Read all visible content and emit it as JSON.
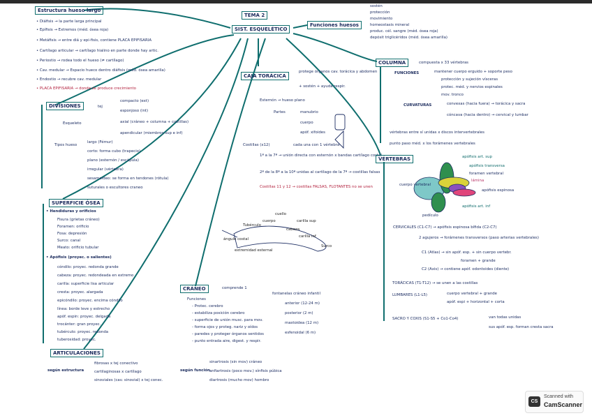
{
  "title": {
    "tema": "TEMA 2",
    "sist": "SIST. ESQUELÉTICO"
  },
  "funciones_huesos": {
    "label": "Funciones huesos",
    "items": [
      "sostén",
      "protección",
      "movimiento",
      "homeostasis mineral",
      "produc. cél. sangre (méd. ósea roja)",
      "depósit triglicéridos (méd. ósea amarilla)"
    ]
  },
  "estructura": {
    "header": "Estructura hueso largo",
    "lines": [
      "• Diáfisis → la parte larga principal",
      "• Epífisis → Extremos (méd. ósea roja)",
      "• Metáfisis → entre diá y epi-fisis, contiene PLACA EPIFISARIA",
      "• Cartílago articular → cartílago hialino en parte donde hay artic.",
      "• Periostio → rodea todo el hueso (≠ cartílago)",
      "• Cav. medular → Espacio hueco dentro diáfisis (méd. ósea amarilla)",
      "• Endostio → recubre cav. medular",
      "• PLACA EPIFISARIA → donde se produce crecimiento"
    ]
  },
  "divisiones": {
    "header": "DIVISIONES",
    "tej": "tej",
    "tej_items": [
      "compacto (ext)",
      "esponjoso (int)"
    ],
    "esqueleto": "Esqueleto",
    "esq_items": [
      "axial (cráneo + columna + costillas)",
      "apendicular (miembros sup e inf)"
    ]
  },
  "tipos": {
    "label": "Tipos hueso",
    "items": [
      "largo (Fémur)",
      "corto: forma cubo (trapecio)",
      "plano (esternón / escápula)",
      "irregular (vértebra)",
      "sesamoideo: se forma en tendones (rótula)",
      "suturales o escultores craneo"
    ]
  },
  "superficie": {
    "header": "SUPERFICIE ÓSEA",
    "orificios_title": "• Hendiduras y orificios",
    "orificios": [
      "Fisura (grietas cráneo)",
      "Foramen: orificio",
      "Fosa: depresión",
      "Surco: canal",
      "Meato: orificio tubular"
    ],
    "apofisis_title": "• Apófisis (proyec. o salientes)",
    "apofisis": [
      "cóndilo: proyec. redonda grande",
      "cabeza: proyec. redondeada en extremo",
      "carilla: superficie lisa articular",
      "cresta: proyec. alargada",
      "epicóndilo: proyec. encima cóndilo",
      "línea: borde leve y estrecho",
      "apóf. espin: proyec. delgada",
      "trocánter: gran proyec.",
      "tubérculo: proyec. redonda",
      "tuberosidad: proyec."
    ]
  },
  "articulaciones": {
    "header": "ARTICULACIONES",
    "estructura": "según estructura",
    "estructura_items": [
      "fibrosas x tej conectivo",
      "cartilaginosas x cartílago",
      "sinoviales (cav. sinovial) x tej conec."
    ],
    "funcion": "según función",
    "funcion_items": [
      "sinartrosis (sin mov) cráneo",
      "anfiartrosis (poco mov.) sínfisis púbica",
      "diartrosis (mucho mov) hombro"
    ]
  },
  "caja": {
    "header": "CAJA TORÁCICA",
    "protege": "protege órganos cav. torácica y abdomen",
    "sosten": "+ sostén + ayuda respir.",
    "esternon": "Esternón → hueso plano",
    "partes": "Partes",
    "partes_items": [
      "manubrio",
      "cuerpo",
      "apóf. xifoides"
    ],
    "costillas": "Costillas (x12)",
    "costillas_desc": "cada una con 1 vértebra",
    "cost_items": [
      "1ª a la 7ª → unión directa con esternón x bandas cartílago costal",
      "2ª de la 8ª a la 10ª unidas al cartílago de la 7ª → costillas falsas",
      "Costillas 11 y 12 → costillas FALSAS, FLOTANTES no se unen"
    ]
  },
  "craneo": {
    "header": "CRÁNEO",
    "comprende": "comprende 1",
    "funciones": "Funciones",
    "fn_items": [
      "- Protec. cerebro",
      "- estabiliza posición cerebro",
      "- superficie de unión musc. para mov.",
      "- forma ojos y proteg. nariz y oídos",
      "- paredes y proteger órganos sentidos",
      "- punto entrada aire, digest. y respir."
    ],
    "fontanelas_title": "fontanelas cráneo infantil",
    "fontanelas": [
      "anterior (12-24 m)",
      "posterior (2 m)",
      "mastoidea (12 m)",
      "esfenoidal (6 m)"
    ]
  },
  "columna": {
    "header": "COLUMNA",
    "desc": "compuesta x 33 vértebras",
    "funciones": "FUNCIONES",
    "fn_items": [
      "mantener cuerpo erguido + soporte peso",
      "protección y sujeción vísceras",
      "protec. méd. y nervios espinales",
      "mov. tronco"
    ],
    "curvaturas": "CURVATURAS",
    "curv_items": [
      "convexas (hacia fuera) → torácica y sacra",
      "cóncava (hacia dentro) → cervical y lumbar"
    ],
    "v1": "vértebras entre sí unidas x discos intervertebrales",
    "v2": "punto paso méd. x los forámenes vertebrales"
  },
  "vertebras": {
    "header": "VÉRTEBRAS",
    "labels": [
      "apófisis art. sup",
      "apófisis transversa",
      "foramen vertebral",
      "lámina",
      "apófisis espinosa",
      "apófisis art. inf",
      "pedículo",
      "cuerpo vertebral"
    ],
    "cervicales": "CERVICALES (C1-C7) → apófisis espinosa bífida (C2-C7)",
    "cerv_sub": "2 agujeros → forámenes transversos (paso arterias vertebrales)",
    "c1": "C1 (Atlas) → sin apóf. esp. + sin cuerpo vertebr.",
    "c1b": "foramen + grande",
    "c2": "C2 (Axis) → contiene apóf. odontoides (diente)",
    "toracicas": "TORÁCICAS (T1-T12) → se unen a las costillas",
    "lumbares": "LUMBARES (L1-L5)",
    "lumb_items": [
      "cuerpo vertebral + grande",
      "apóf. espi + horizontal + corta"
    ],
    "sacro": "SACRO Y COXIS (S1-S5 + Co1-Co4)",
    "sacro_items": [
      "van todas unidas",
      "sus apóf. esp. forman cresta sacra"
    ]
  },
  "sketch": {
    "labels": [
      "cuello",
      "cuerpo",
      "carilla sup",
      "Tubérculo",
      "cabeza",
      "carilla inf",
      "ángulo costal",
      "extremidad esternal",
      "Surco"
    ]
  },
  "watermark": {
    "line1": "Scanned with",
    "line2": "CamScanner",
    "logo": "CS"
  }
}
